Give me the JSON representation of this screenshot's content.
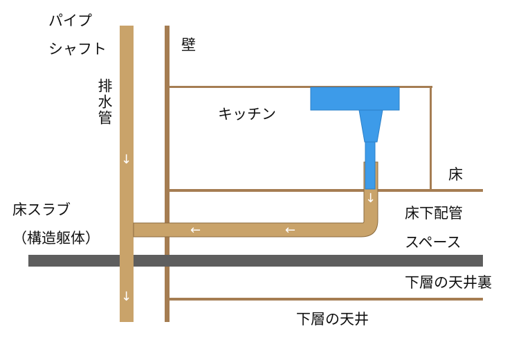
{
  "labels": {
    "pipe_shaft_line1": "パイプ",
    "pipe_shaft_line2": "シャフト",
    "drain_pipe": "排水管",
    "wall": "壁",
    "kitchen": "キッチン",
    "floor": "床",
    "floor_slab": "床スラブ",
    "structure": "（構造躯体）",
    "underfloor_line1": "床下配管",
    "underfloor_line2": "スペース",
    "lower_ceiling_space": "下層の天井裏",
    "lower_ceiling": "下層の天井"
  },
  "arrows": {
    "down": "↓",
    "left": "←"
  },
  "colors": {
    "pipe_fill": "#c9a36a",
    "pipe_outline": "#8a6a3d",
    "wall_line": "#a57d52",
    "slab": "#5e5e5e",
    "sink": "#3d9be9",
    "sink_outline": "#2a7fc8",
    "arrow": "#ffffff"
  }
}
